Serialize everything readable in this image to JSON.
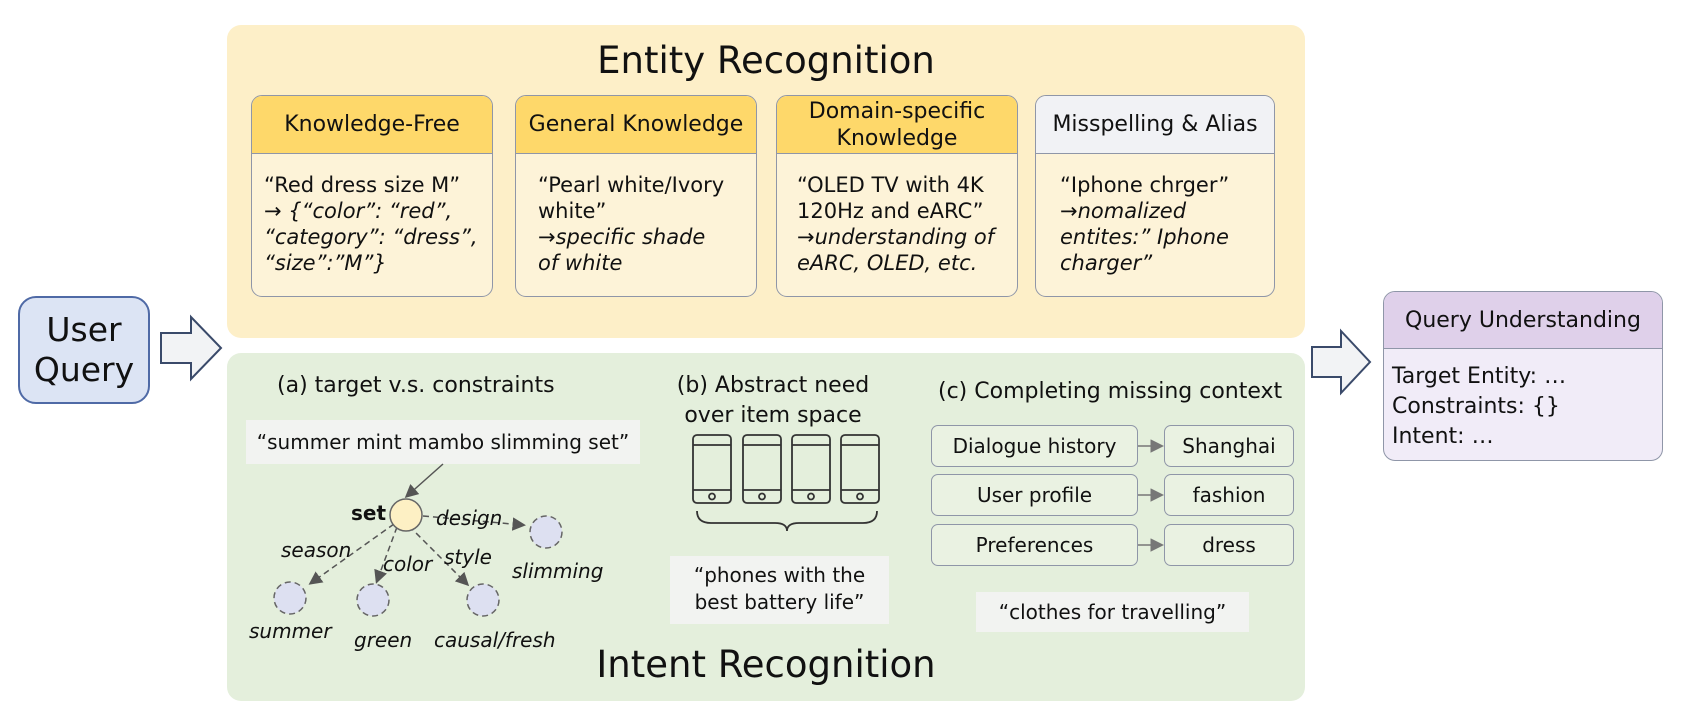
{
  "entity_recognition": {
    "title": "Entity Recognition",
    "cards": [
      {
        "header": "Knowledge-Free",
        "line1": "“Red dress size M”",
        "line2": "→ {“color”: “red”,",
        "line3": "“category”: “dress”,",
        "line4": "“size”:”M”}"
      },
      {
        "header": "General Knowledge",
        "line1": "“Pearl white/Ivory",
        "line2": "white”",
        "line3": "→specific shade",
        "line4": "of white"
      },
      {
        "header_line1": "Domain-specific",
        "header_line2": "Knowledge",
        "line1": "“OLED TV with 4K",
        "line2": "120Hz and eARC”",
        "line3": "→understanding of",
        "line4": "eARC, OLED, etc."
      },
      {
        "header": "Misspelling & Alias",
        "line1": "“Iphone chrger”",
        "line2": "→nomalized",
        "line3": "entites:” Iphone",
        "line4": "charger”"
      }
    ]
  },
  "user_query": {
    "line1": "User",
    "line2": "Query"
  },
  "query_understanding": {
    "title": "Query Understanding",
    "line1": "Target Entity: …",
    "line2": "Constraints: {}",
    "line3": "Intent: …"
  },
  "intent_recognition": {
    "title": "Intent Recognition",
    "target_constraints": {
      "title": "(a) target v.s. constraints",
      "example": "“summer mint mambo slimming set”",
      "root": "set",
      "edges": [
        "season",
        "color",
        "style",
        "design"
      ],
      "nodes": [
        "summer",
        "green",
        "causal/fresh",
        "slimming"
      ]
    },
    "abstract_need": {
      "title_line1": "(b) Abstract need",
      "title_line2": "over item space",
      "quote_line1": "“phones with the",
      "quote_line2": "best battery life”"
    },
    "missing_context": {
      "title": "(c) Completing missing context",
      "rows": [
        {
          "source": "Dialogue history",
          "value": "Shanghai"
        },
        {
          "source": "User profile",
          "value": "fashion"
        },
        {
          "source": "Preferences",
          "value": "dress"
        }
      ],
      "quote": "“clothes for travelling”"
    }
  },
  "colors": {
    "entity_panel": "#fdefc8",
    "intent_panel": "#e4efdc",
    "card_header_yellow": "#fed86a",
    "user_query_fill": "#dce4f4",
    "query_understanding_header": "#dfd0ea",
    "node_fill": "#dde0f1",
    "root_fill": "#fdf0c4"
  }
}
